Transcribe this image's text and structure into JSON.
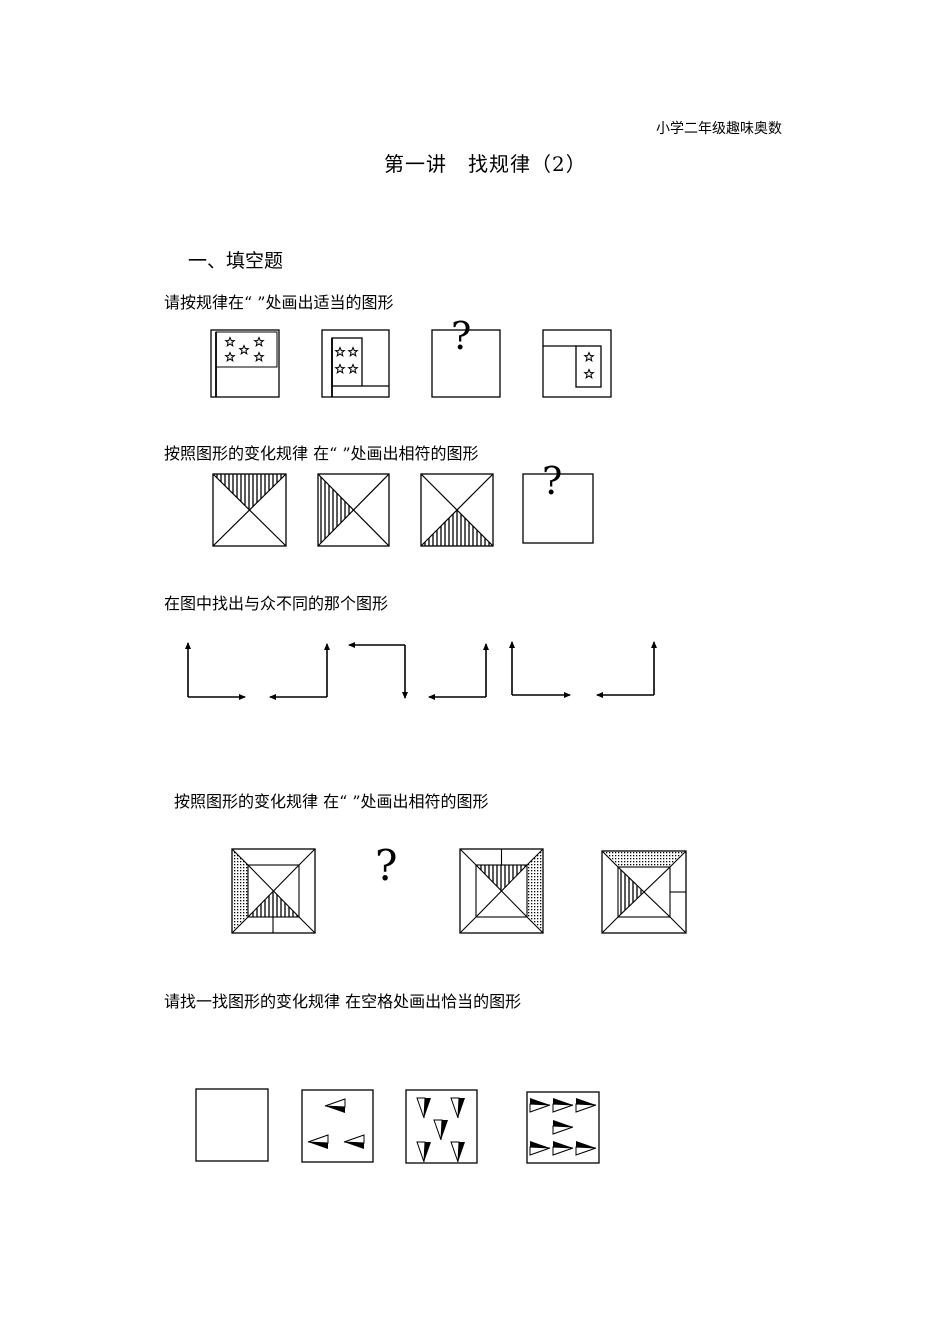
{
  "header": "小学二年级趣味奥数",
  "title": "第一讲　找规律（2）",
  "section": "一、填空题",
  "questions": [
    "请按规律在“ ”处画出适当的图形",
    "按照图形的变化规律 在“ ”处画出相符的图形",
    "在图中找出与众不同的那个图形",
    "按照图形的变化规律 在“ ”处画出相符的图形",
    "请找一找图形的变化规律 在空格处画出恰当的图形"
  ],
  "question_mark": "?"
}
